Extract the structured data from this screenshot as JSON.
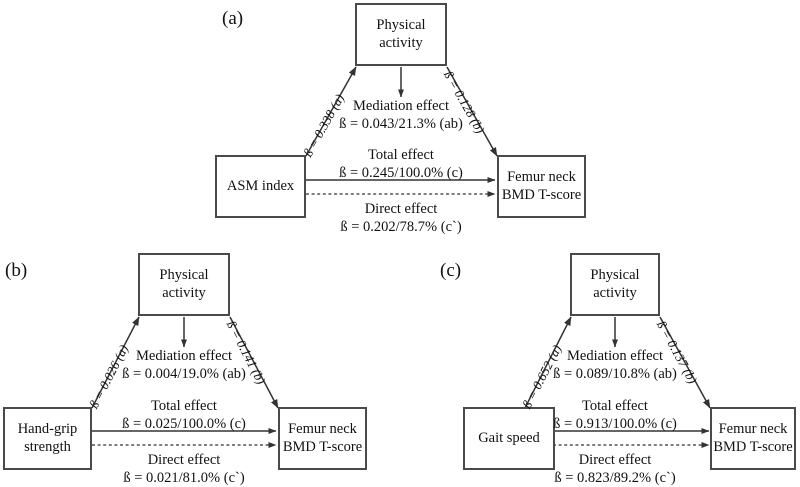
{
  "figure": {
    "type": "mediation-path-diagram",
    "mediator_label_line1": "Physical",
    "mediator_label_line2": "activity",
    "outcome_label_line1": "Femur neck",
    "outcome_label_line2": "BMD T-score",
    "mediation_caption": "Mediation effect",
    "total_caption": "Total effect",
    "direct_caption": "Direct effect"
  },
  "panels": [
    {
      "id": "a",
      "label": "(a)",
      "predictor": {
        "line1": "ASM index",
        "line2": ""
      },
      "mediator": {
        "line1": "Physical",
        "line2": "activity"
      },
      "outcome": {
        "line1": "Femur neck",
        "line2": "BMD T-score"
      },
      "path_a": "ß = 0.338 (a)",
      "path_b": "ß = 0.128 (b)",
      "mediation": {
        "caption": "Mediation effect",
        "value": "ß = 0.043/21.3% (ab)"
      },
      "total": {
        "caption": "Total effect",
        "value": "ß = 0.245/100.0% (c)"
      },
      "direct": {
        "caption": "Direct effect",
        "value": "ß = 0.202/78.7% (c`)"
      }
    },
    {
      "id": "b",
      "label": "(b)",
      "predictor": {
        "line1": "Hand-grip",
        "line2": "strength"
      },
      "mediator": {
        "line1": "Physical",
        "line2": "activity"
      },
      "outcome": {
        "line1": "Femur neck",
        "line2": "BMD T-score"
      },
      "path_a": "ß = 0.026 (a)",
      "path_b": "ß = 0.141 (b)",
      "mediation": {
        "caption": "Mediation effect",
        "value": "ß = 0.004/19.0% (ab)"
      },
      "total": {
        "caption": "Total effect",
        "value": "ß = 0.025/100.0% (c)"
      },
      "direct": {
        "caption": "Direct effect",
        "value": "ß = 0.021/81.0% (c`)"
      }
    },
    {
      "id": "c",
      "label": "(c)",
      "predictor": {
        "line1": "Gait speed",
        "line2": ""
      },
      "mediator": {
        "line1": "Physical",
        "line2": "activity"
      },
      "outcome": {
        "line1": "Femur neck",
        "line2": "BMD T-score"
      },
      "path_a": "ß = 0.652 (a)",
      "path_b": "ß = 0.137 (b)",
      "mediation": {
        "caption": "Mediation effect",
        "value": "ß = 0.089/10.8% (ab)"
      },
      "total": {
        "caption": "Total effect",
        "value": "ß = 0.913/100.0% (c)"
      },
      "direct": {
        "caption": "Direct effect",
        "value": "ß = 0.823/89.2% (c`)"
      }
    }
  ],
  "chart_data": {
    "type": "diagram",
    "title": "",
    "mediator": "Physical activity",
    "outcome": "Femur neck BMD T-score",
    "panels": [
      {
        "panel": "a",
        "predictor": "ASM index",
        "a_path_beta": 0.338,
        "b_path_beta": 0.128,
        "mediation_beta": 0.043,
        "mediation_percent": 21.3,
        "total_beta": 0.245,
        "total_percent": 100.0,
        "direct_beta": 0.202,
        "direct_percent": 78.7
      },
      {
        "panel": "b",
        "predictor": "Hand-grip strength",
        "a_path_beta": 0.026,
        "b_path_beta": 0.141,
        "mediation_beta": 0.004,
        "mediation_percent": 19.0,
        "total_beta": 0.025,
        "total_percent": 100.0,
        "direct_beta": 0.021,
        "direct_percent": 81.0
      },
      {
        "panel": "c",
        "predictor": "Gait speed",
        "a_path_beta": 0.652,
        "b_path_beta": 0.137,
        "mediation_beta": 0.089,
        "mediation_percent": 10.8,
        "total_beta": 0.913,
        "total_percent": 100.0,
        "direct_beta": 0.823,
        "direct_percent": 89.2
      }
    ],
    "colors": {
      "line": "#333333",
      "box_border": "#4a4a4a",
      "text": "#111111"
    }
  }
}
